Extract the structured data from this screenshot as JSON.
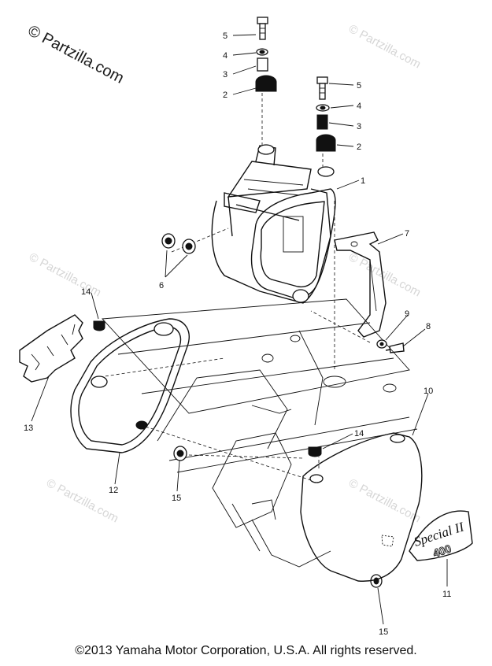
{
  "watermark": {
    "main": "© Partzilla.com",
    "faint": "© Partzilla.com"
  },
  "callouts": {
    "c1": "1",
    "c2a": "2",
    "c2b": "2",
    "c3a": "3",
    "c3b": "3",
    "c4a": "4",
    "c4b": "4",
    "c5a": "5",
    "c5b": "5",
    "c6": "6",
    "c7": "7",
    "c8": "8",
    "c9": "9",
    "c10": "10",
    "c11": "11",
    "c12": "12",
    "c13": "13",
    "c14a": "14",
    "c14b": "14",
    "c15a": "15",
    "c15b": "15"
  },
  "emblem": {
    "script": "Special II",
    "number": "400"
  },
  "footer": {
    "copyright": "©2013 Yamaha Motor Corporation, U.S.A. All rights reserved."
  }
}
